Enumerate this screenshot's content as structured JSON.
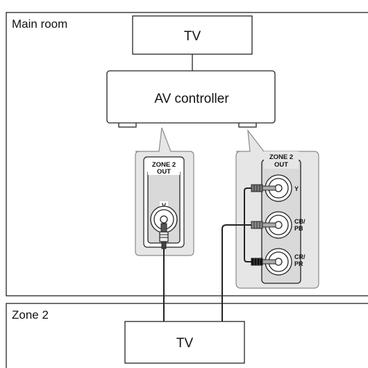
{
  "rooms": {
    "main_room": "Main room",
    "zone2": "Zone 2"
  },
  "devices": {
    "main_tv": "TV",
    "av_controller": "AV controller",
    "zone2_tv": "TV"
  },
  "composite_panel": {
    "title_line1": "ZONE 2",
    "title_line2": "OUT",
    "jack_label": "V"
  },
  "component_panel": {
    "title_line1": "ZONE 2",
    "title_line2": "OUT",
    "jacks": [
      {
        "label_top": "Y",
        "label_bottom": "",
        "plug_color": "#777777"
      },
      {
        "label_top": "CB/",
        "label_bottom": "PB",
        "plug_color": "#8a8a8a"
      },
      {
        "label_top": "CR/",
        "label_bottom": "PR",
        "plug_color": "#111111"
      }
    ]
  },
  "colors": {
    "line": "#222222",
    "panel_fill": "#e6e6e6",
    "callout_stroke": "#8a8a8a"
  }
}
